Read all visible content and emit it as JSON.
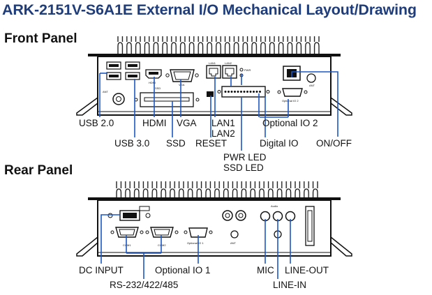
{
  "title": "ARK-2151V-S6A1E External I/O Mechanical Layout/Drawing",
  "front_panel": {
    "heading": "Front Panel",
    "callouts": {
      "usb20": "USB 2.0",
      "usb30": "USB 3.0",
      "hdmi": "HDMI",
      "vga": "VGA",
      "ssd": "SSD",
      "reset": "RESET",
      "lan1": "LAN1",
      "lan2": "LAN2",
      "pwr_led": "PWR LED",
      "ssd_led": "SSD LED",
      "optional_io2": "Optional IO 2",
      "digital_io": "Digital IO",
      "on_off": "ON/OFF"
    },
    "engraved": {
      "hdmi": "HDMI",
      "vga": "VGA",
      "ssd": "SSD",
      "lan1": "LAN1",
      "lan2": "LAN2",
      "pwr": "PWR",
      "optional_io2": "Optional IO 2",
      "ant": "ANT"
    }
  },
  "rear_panel": {
    "heading": "Rear Panel",
    "callouts": {
      "dc_input": "DC INPUT",
      "rs232": "RS-232/422/485",
      "optional_io1": "Optional IO 1",
      "mic": "MIC",
      "line_in": "LINE-IN",
      "line_out": "LINE-OUT"
    },
    "engraved": {
      "optional_io1": "Optional IO 1",
      "com1": "COM1",
      "com2": "COM2",
      "ant": "ANT",
      "audio": "Audio"
    }
  },
  "colors": {
    "title": "#1f3d7a",
    "leader": "#1a56c4",
    "chassis": "#111111"
  }
}
